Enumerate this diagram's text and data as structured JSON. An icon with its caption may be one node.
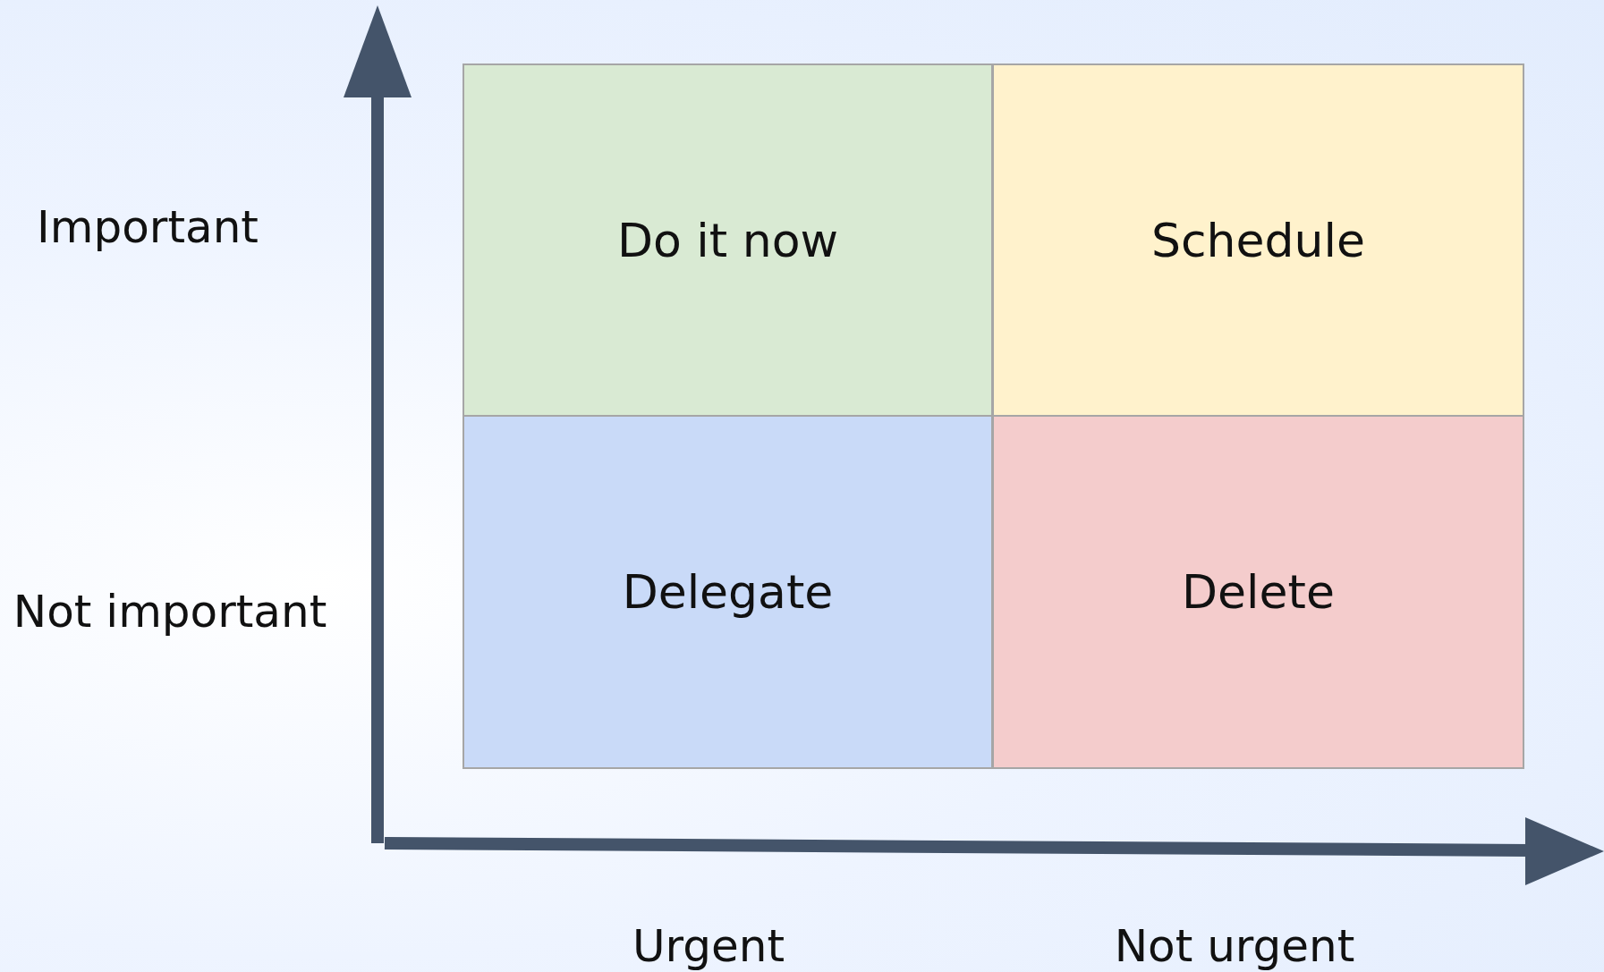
{
  "diagram": {
    "nodes": [
      {
        "text": [
          "Do it now"
        ]
      },
      {
        "text": [
          "Schedule"
        ]
      },
      {
        "text": [
          "Delegate"
        ]
      },
      {
        "text": [
          "Delete"
        ]
      }
    ],
    "labels": [
      "Important",
      "Not important",
      "Urgent",
      "Not urgent"
    ]
  }
}
